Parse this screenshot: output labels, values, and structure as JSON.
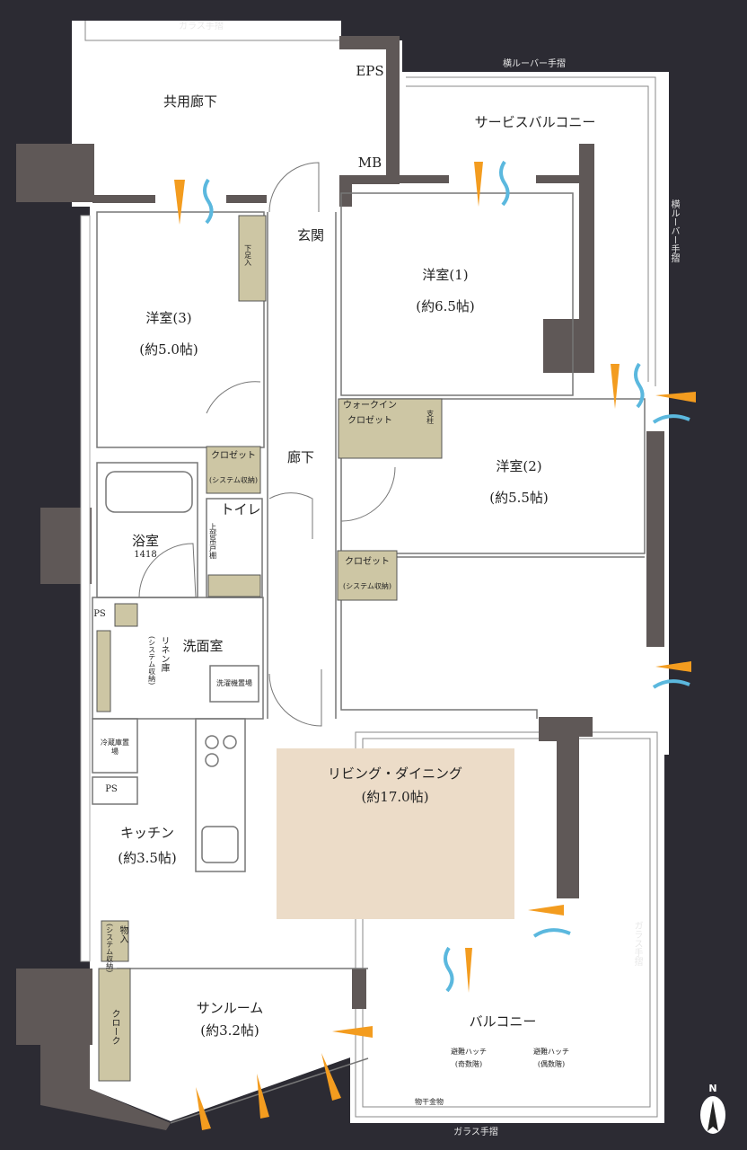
{
  "colors": {
    "background": "#2c2b33",
    "wall": "#5f5857",
    "closet": "#cdc6a4",
    "living": "#ecdcc8",
    "light_arrow": "#f39c1f",
    "wind_arrow": "#5bb8de"
  },
  "railings": {
    "glass_top": "ガラス手摺",
    "louver_top": "横ルーバー手摺",
    "louver_right": "横ルーバー手摺",
    "glass_right": "ガラス手摺",
    "glass_bottom": "ガラス手摺"
  },
  "rooms": {
    "common_corridor": "共用廊下",
    "eps": "EPS",
    "mb": "MB",
    "service_balcony": "サービスバルコニー",
    "entrance": "玄関",
    "shoe_closet": "下足入",
    "western1": {
      "name": "洋室(1)",
      "size": "(約6.5帖)"
    },
    "western2": {
      "name": "洋室(2)",
      "size": "(約5.5帖)"
    },
    "western3": {
      "name": "洋室(3)",
      "size": "(約5.0帖)"
    },
    "walkin": {
      "line1": "ウォークイン",
      "line2": "クロゼット",
      "pillar": "支柱"
    },
    "hallway": "廊下",
    "closet_a": {
      "name": "クロゼット",
      "sub": "(システム収納)"
    },
    "closet_b": {
      "name": "クロゼット",
      "sub": "(システム収納)"
    },
    "toilet": "トイレ",
    "upper_cabinet": "上部吊戸棚",
    "bath": {
      "name": "浴室",
      "size": "1418"
    },
    "ps1": "PS",
    "ps2": "PS",
    "linen": {
      "name": "リネン庫",
      "sub": "(システム収納)"
    },
    "washroom": "洗面室",
    "washer": "洗濯機置場",
    "fridge": "冷蔵庫置場",
    "kitchen": {
      "name": "キッチン",
      "size": "(約3.5帖)"
    },
    "storage": {
      "name": "物入",
      "sub": "(システム収納)"
    },
    "living": {
      "name": "リビング・ダイニング",
      "size": "(約17.0帖)"
    },
    "sunroom": {
      "name": "サンルーム",
      "size": "(約3.2帖)"
    },
    "cloak": "クローク",
    "balcony": "バルコニー",
    "hatch_odd": {
      "name": "避難ハッチ",
      "sub": "(奇数階)"
    },
    "hatch_even": {
      "name": "避難ハッチ",
      "sub": "(偶数階)"
    },
    "drying": "物干金物"
  },
  "compass": {
    "label": "N"
  }
}
